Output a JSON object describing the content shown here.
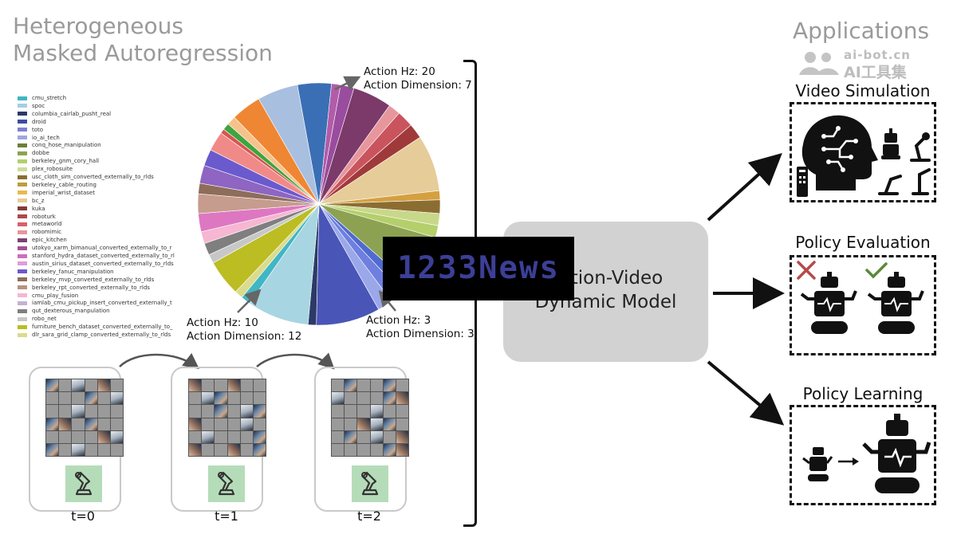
{
  "left_title": [
    "Heterogeneous",
    "Masked Autoregression"
  ],
  "applications_title": "Applications",
  "logo": {
    "line1": "ai-bot.cn",
    "line2": "AI工具集"
  },
  "watermark": "1233News",
  "model_label": [
    "Action-Video",
    "Dynamic Model"
  ],
  "chart_data": {
    "type": "pie",
    "title": "",
    "legend_position": "left",
    "labels": [
      "cmu_stretch",
      "spoc",
      "columbia_cairlab_pusht_real",
      "droid",
      "toto",
      "io_ai_tech",
      "conq_hose_manipulation",
      "dobbe",
      "berkeley_gnm_cory_hall",
      "plex_robosuite",
      "usc_cloth_sim_converted_externally_to_rlds",
      "berkeley_cable_routing",
      "imperial_wrist_dataset",
      "bc_z",
      "kuka",
      "roboturk",
      "metaworld",
      "robomimic",
      "epic_kitchen",
      "utokyo_xarm_bimanual_converted_externally_to_r",
      "stanford_hydra_dataset_converted_externally_to_rl",
      "austin_sirius_dataset_converted_externally_to_rlds",
      "berkeley_fanuc_manipulation",
      "berkeley_mvp_converted_externally_to_rlds",
      "berkeley_rpt_converted_externally_to_rlds",
      "cmu_play_fusion",
      "iamlab_cmu_pickup_insert_converted_externally_t",
      "qut_dexterous_manpulation",
      "robo_net",
      "furniture_bench_dataset_converted_externally_to_",
      "dlr_sara_grid_clamp_converted_externally_to_rlds"
    ],
    "colors": [
      "#41b6c4",
      "#a6cee3",
      "#2b3a67",
      "#3b4da1",
      "#7f7fd5",
      "#9ea6e0",
      "#6b7f3a",
      "#8ca252",
      "#b5cf6b",
      "#cedb9c",
      "#8c6d31",
      "#bd9e39",
      "#e7ba52",
      "#e7cb94",
      "#843c39",
      "#ad494a",
      "#d6616b",
      "#e7969c",
      "#7b4173",
      "#a55194",
      "#ce6dbd",
      "#de9ed6",
      "#6a5acd",
      "#8e6d5b",
      "#b8927e",
      "#f7b6d2",
      "#c5b0d5",
      "#7f7f7f",
      "#c7c7c7",
      "#bcbd22",
      "#dbdb8d"
    ],
    "slices": [
      {
        "color": "#3a6fb5",
        "value": 4.5
      },
      {
        "color": "#b15ca8",
        "value": 1.2
      },
      {
        "color": "#9a4c9e",
        "value": 1.8
      },
      {
        "color": "#7b3a6a",
        "value": 5.2
      },
      {
        "color": "#e7969c",
        "value": 1.6
      },
      {
        "color": "#c9545e",
        "value": 2.2
      },
      {
        "color": "#a03a3a",
        "value": 2.0
      },
      {
        "color": "#e6cc99",
        "value": 7.5
      },
      {
        "color": "#d4a040",
        "value": 1.2
      },
      {
        "color": "#8c6d31",
        "value": 1.8
      },
      {
        "color": "#c8d88a",
        "value": 1.6
      },
      {
        "color": "#b5cf6b",
        "value": 1.6
      },
      {
        "color": "#8ca252",
        "value": 7.0
      },
      {
        "color": "#4f6bd0",
        "value": 1.5
      },
      {
        "color": "#6f7fe0",
        "value": 1.8
      },
      {
        "color": "#9aa8ea",
        "value": 2.0
      },
      {
        "color": "#4a55b8",
        "value": 8.5
      },
      {
        "color": "#2b3a67",
        "value": 1.1
      },
      {
        "color": "#a8d5e2",
        "value": 8.2
      },
      {
        "color": "#41b6c4",
        "value": 1.3
      },
      {
        "color": "#dbdb8d",
        "value": 1.1
      },
      {
        "color": "#bcbd22",
        "value": 4.8
      },
      {
        "color": "#c7c7c7",
        "value": 1.2
      },
      {
        "color": "#7f7f7f",
        "value": 1.6
      },
      {
        "color": "#f7b6d2",
        "value": 1.6
      },
      {
        "color": "#de77c2",
        "value": 2.4
      },
      {
        "color": "#c69c8e",
        "value": 2.6
      },
      {
        "color": "#8e6d5b",
        "value": 1.4
      },
      {
        "color": "#8e65c2",
        "value": 2.4
      },
      {
        "color": "#6a5acd",
        "value": 2.2
      },
      {
        "color": "#f08a88",
        "value": 2.6
      },
      {
        "color": "#d9534f",
        "value": 0.6
      },
      {
        "color": "#3ea53e",
        "value": 0.9
      },
      {
        "color": "#f7c28a",
        "value": 1.2
      },
      {
        "color": "#ef8633",
        "value": 4.0
      },
      {
        "color": "#a9bfe0",
        "value": 5.4
      }
    ]
  },
  "annotations": [
    {
      "name": "annot-top",
      "lines": [
        "Action Hz: 20",
        "Action Dimension: 7"
      ]
    },
    {
      "name": "annot-left",
      "lines": [
        "Action Hz: 10",
        "Action Dimension: 12"
      ]
    },
    {
      "name": "annot-right",
      "lines": [
        "Action Hz: 3",
        "Action Dimension: 3"
      ]
    }
  ],
  "timesteps": [
    "t=0",
    "t=1",
    "t=2"
  ],
  "applications": [
    {
      "title": "Video Simulation"
    },
    {
      "title": "Policy Evaluation"
    },
    {
      "title": "Policy Learning"
    }
  ],
  "colors": {
    "panel_grey": "#d2d2d2",
    "robot_tile": "#b5dcb8",
    "cross": "#b54a4a",
    "check": "#5a8a3a"
  }
}
